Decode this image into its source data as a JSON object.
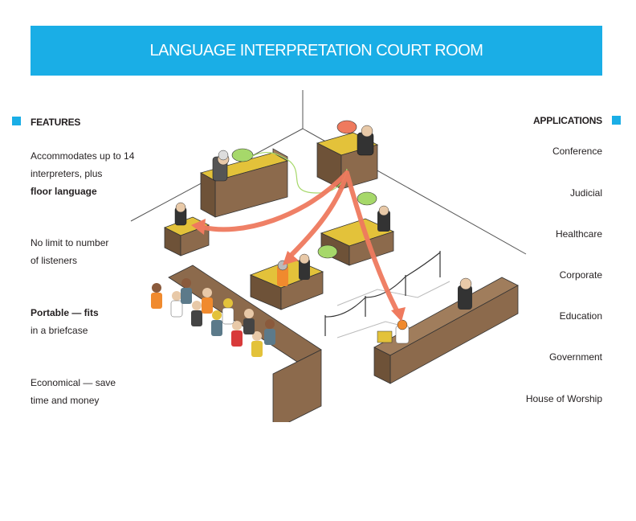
{
  "title": "LANGUAGE INTERPRETATION COURT ROOM",
  "features_heading": "FEATURES",
  "features": [
    {
      "before": "Accommodates up to 14 interpreters, plus",
      "bold": "floor language",
      "after": ""
    },
    {
      "before": "No limit to number of listeners",
      "bold": "",
      "after": ""
    },
    {
      "before": "",
      "bold": "Portable — fits",
      "after": "in a briefcase"
    },
    {
      "before": "Economical — save time and money",
      "bold": "",
      "after": ""
    }
  ],
  "applications_heading": "APPLICATIONS",
  "applications": [
    "Conference",
    "Judicial",
    "Healthcare",
    "Corporate",
    "Education",
    "Government",
    "House of Worship"
  ],
  "colors": {
    "accent": "#1aaee6",
    "wood": "#8c6a4c",
    "desk_top": "#e3c23a",
    "arrow": "#ef7a5e",
    "bubble_green": "#a6d86a",
    "bubble_red": "#ef7a5e"
  }
}
